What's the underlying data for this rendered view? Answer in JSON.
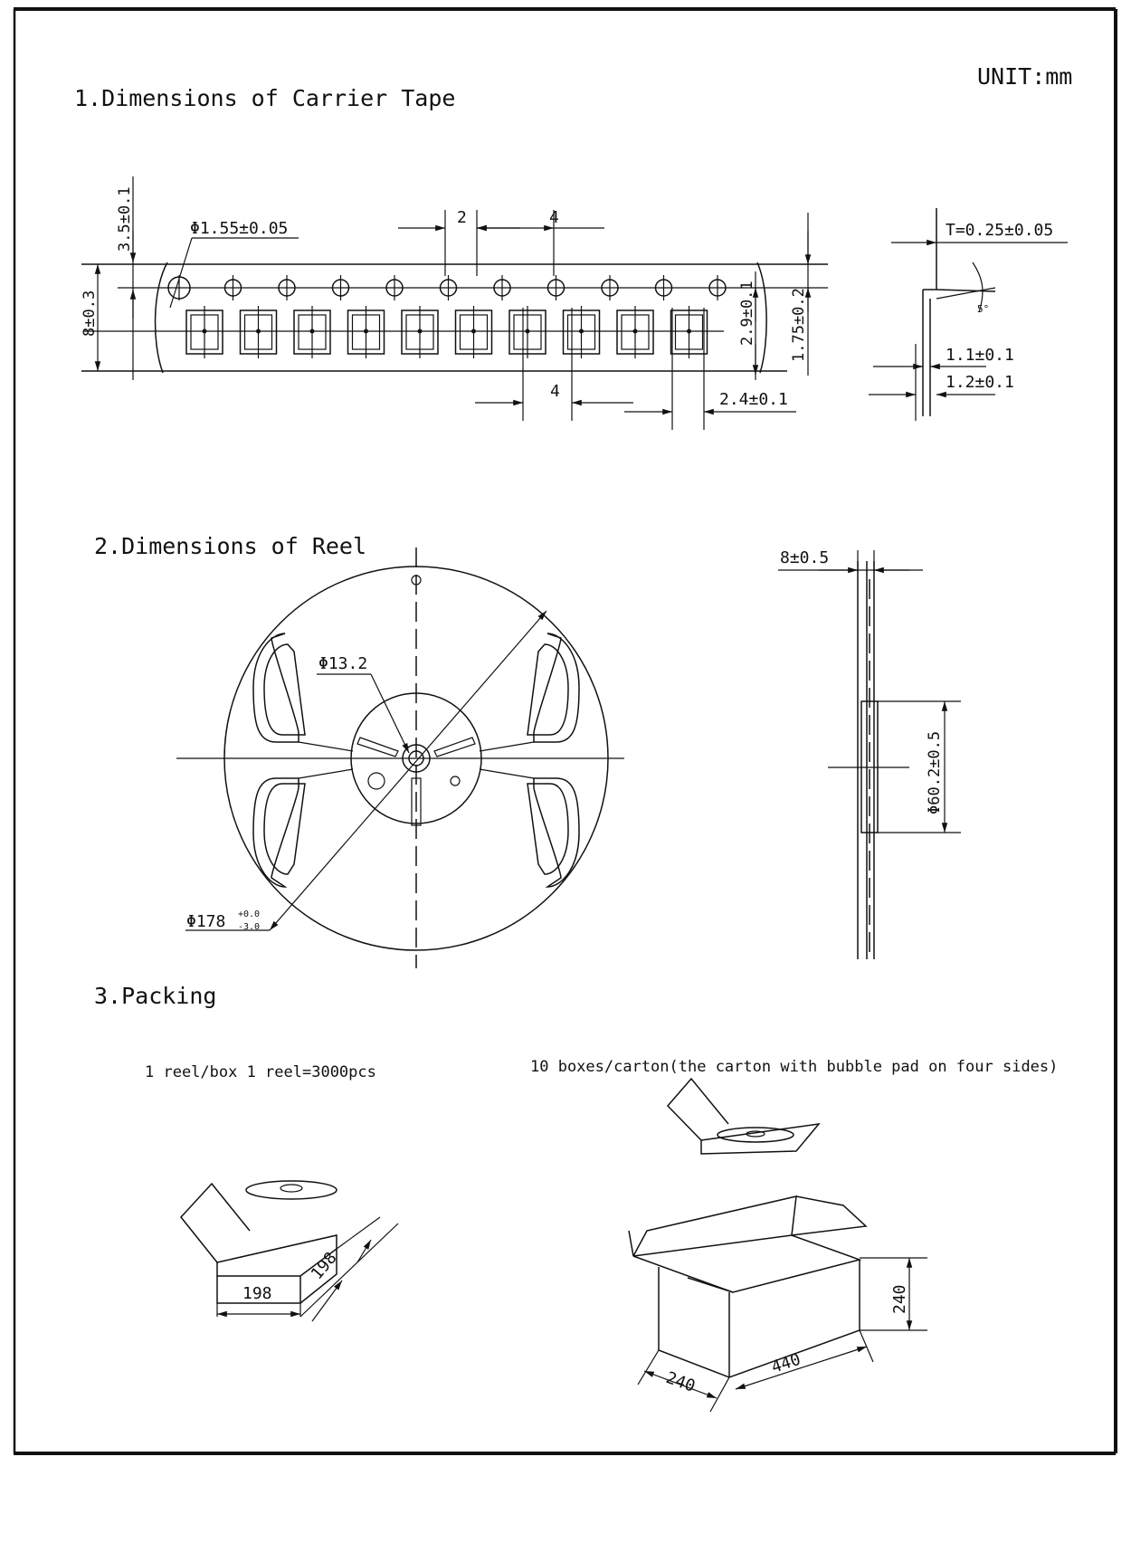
{
  "unit_label": "UNIT:mm",
  "sections": {
    "carrier_tape": {
      "title": "1.Dimensions of Carrier Tape",
      "dims": {
        "sprocket_dia": "Φ1.55±0.05",
        "edge_to_hole": "3.5±0.1",
        "tape_width": "8±0.3",
        "hole_offset": "2",
        "hole_pitch": "4",
        "pocket_pitch": "4",
        "pocket_depth": "2.9±0.1",
        "hole_to_edge": "1.75±0.2",
        "pocket_width": "2.4±0.1",
        "thickness": "T=0.25±0.05",
        "side_a": "1.1±0.1",
        "side_b": "1.2±0.1",
        "angle": "5°"
      }
    },
    "reel": {
      "title": "2.Dimensions of Reel",
      "dims": {
        "hub_dia": "Φ13.2",
        "outer_dia": "Φ178",
        "outer_tol_plus": "+0.0",
        "outer_tol_minus": "-3.0",
        "width": "8±0.5",
        "hub_outer": "Φ60.2±0.5"
      }
    },
    "packing": {
      "title": "3.Packing",
      "box_note": "1  reel/box   1  reel=3000pcs",
      "carton_note": "10 boxes/carton(the carton with bubble pad on four sides)",
      "box_dims": [
        "198",
        "198"
      ],
      "carton_dims": [
        "240",
        "240",
        "440"
      ]
    }
  }
}
